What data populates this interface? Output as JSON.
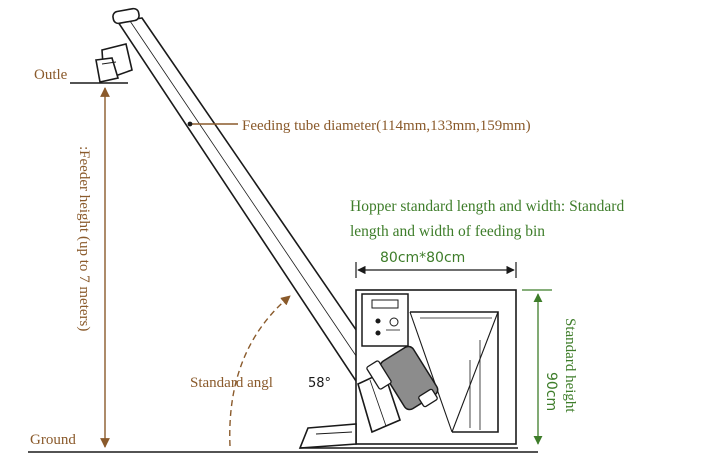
{
  "labels": {
    "outlet": "Outle",
    "ground": "Ground",
    "feeding_tube": "Feeding tube diameter(114mm,133mm,159mm)",
    "feeder_height": ":Feeder height (up to 7 meters)",
    "hopper_line1": "Hopper standard length and width: Standard",
    "hopper_line2": "length and width of feeding bin",
    "hopper_dim": "80cm*80cm",
    "standard_angle": "Standard angl",
    "angle_value": "58°",
    "standard_height": "Standard height",
    "height_value": "90cm"
  },
  "colors": {
    "brown_label": "#8a5a2b",
    "green_label": "#3e7d2a",
    "line": "#1a1a1a",
    "motor": "#8c8c8c"
  }
}
